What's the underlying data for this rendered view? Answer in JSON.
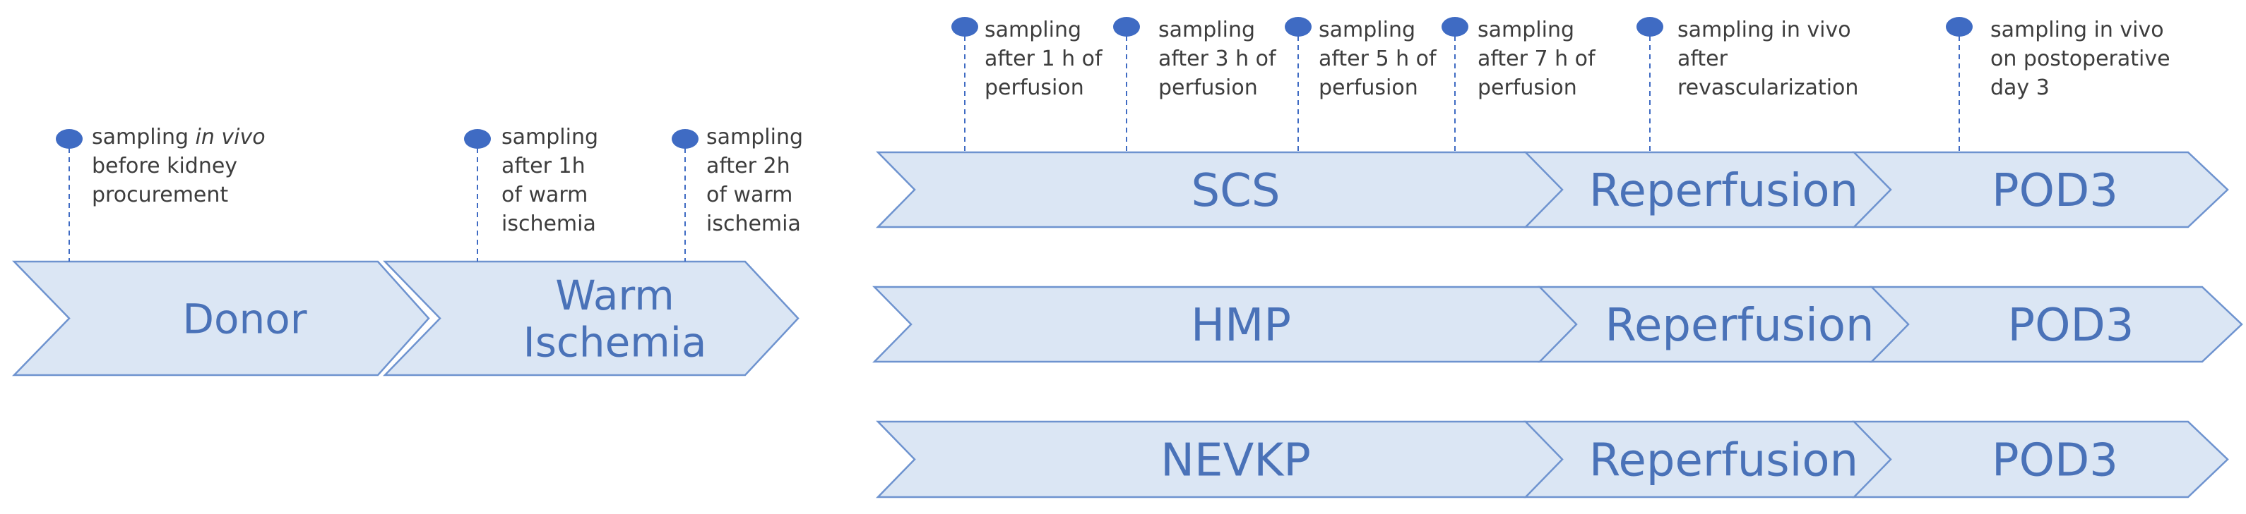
{
  "colors": {
    "chevron_fill": "#dbe6f4",
    "chevron_stroke": "#6e93cf",
    "label": "#4a72b8",
    "marker": "#3f6bc3",
    "note_text": "#3d3d3d"
  },
  "left_timeline": {
    "chevrons": [
      {
        "label": "Donor"
      },
      {
        "label": "Warm Ischemia",
        "lines": [
          "Warm",
          "Ischemia"
        ]
      }
    ],
    "markers": [
      {
        "lines": [
          "sampling in vivo",
          "before kidney",
          "procurement"
        ],
        "italic": "in vivo"
      },
      {
        "lines": [
          "sampling",
          "after 1h",
          "of warm",
          "ischemia"
        ]
      },
      {
        "lines": [
          "sampling",
          "after 2h",
          "of warm",
          "ischemia"
        ]
      }
    ]
  },
  "right_timelines": {
    "rows": [
      {
        "chevrons": [
          {
            "label": "SCS"
          },
          {
            "label": "Reperfusion"
          },
          {
            "label": "POD3"
          }
        ]
      },
      {
        "chevrons": [
          {
            "label": "HMP"
          },
          {
            "label": "Reperfusion"
          },
          {
            "label": "POD3"
          }
        ]
      },
      {
        "chevrons": [
          {
            "label": "NEVKP"
          },
          {
            "label": "Reperfusion"
          },
          {
            "label": "POD3"
          }
        ]
      }
    ],
    "markers": [
      {
        "lines": [
          "sampling",
          "after 1 h of",
          "perfusion"
        ]
      },
      {
        "lines": [
          "sampling",
          "after 3 h of",
          "perfusion"
        ]
      },
      {
        "lines": [
          "sampling",
          "after 5 h of",
          "perfusion"
        ]
      },
      {
        "lines": [
          "sampling",
          "after 7 h of",
          "perfusion"
        ]
      },
      {
        "lines": [
          "sampling in vivo",
          "after",
          "revascularization"
        ]
      },
      {
        "lines": [
          "sampling in vivo",
          "on postoperative",
          "day 3"
        ]
      }
    ]
  }
}
